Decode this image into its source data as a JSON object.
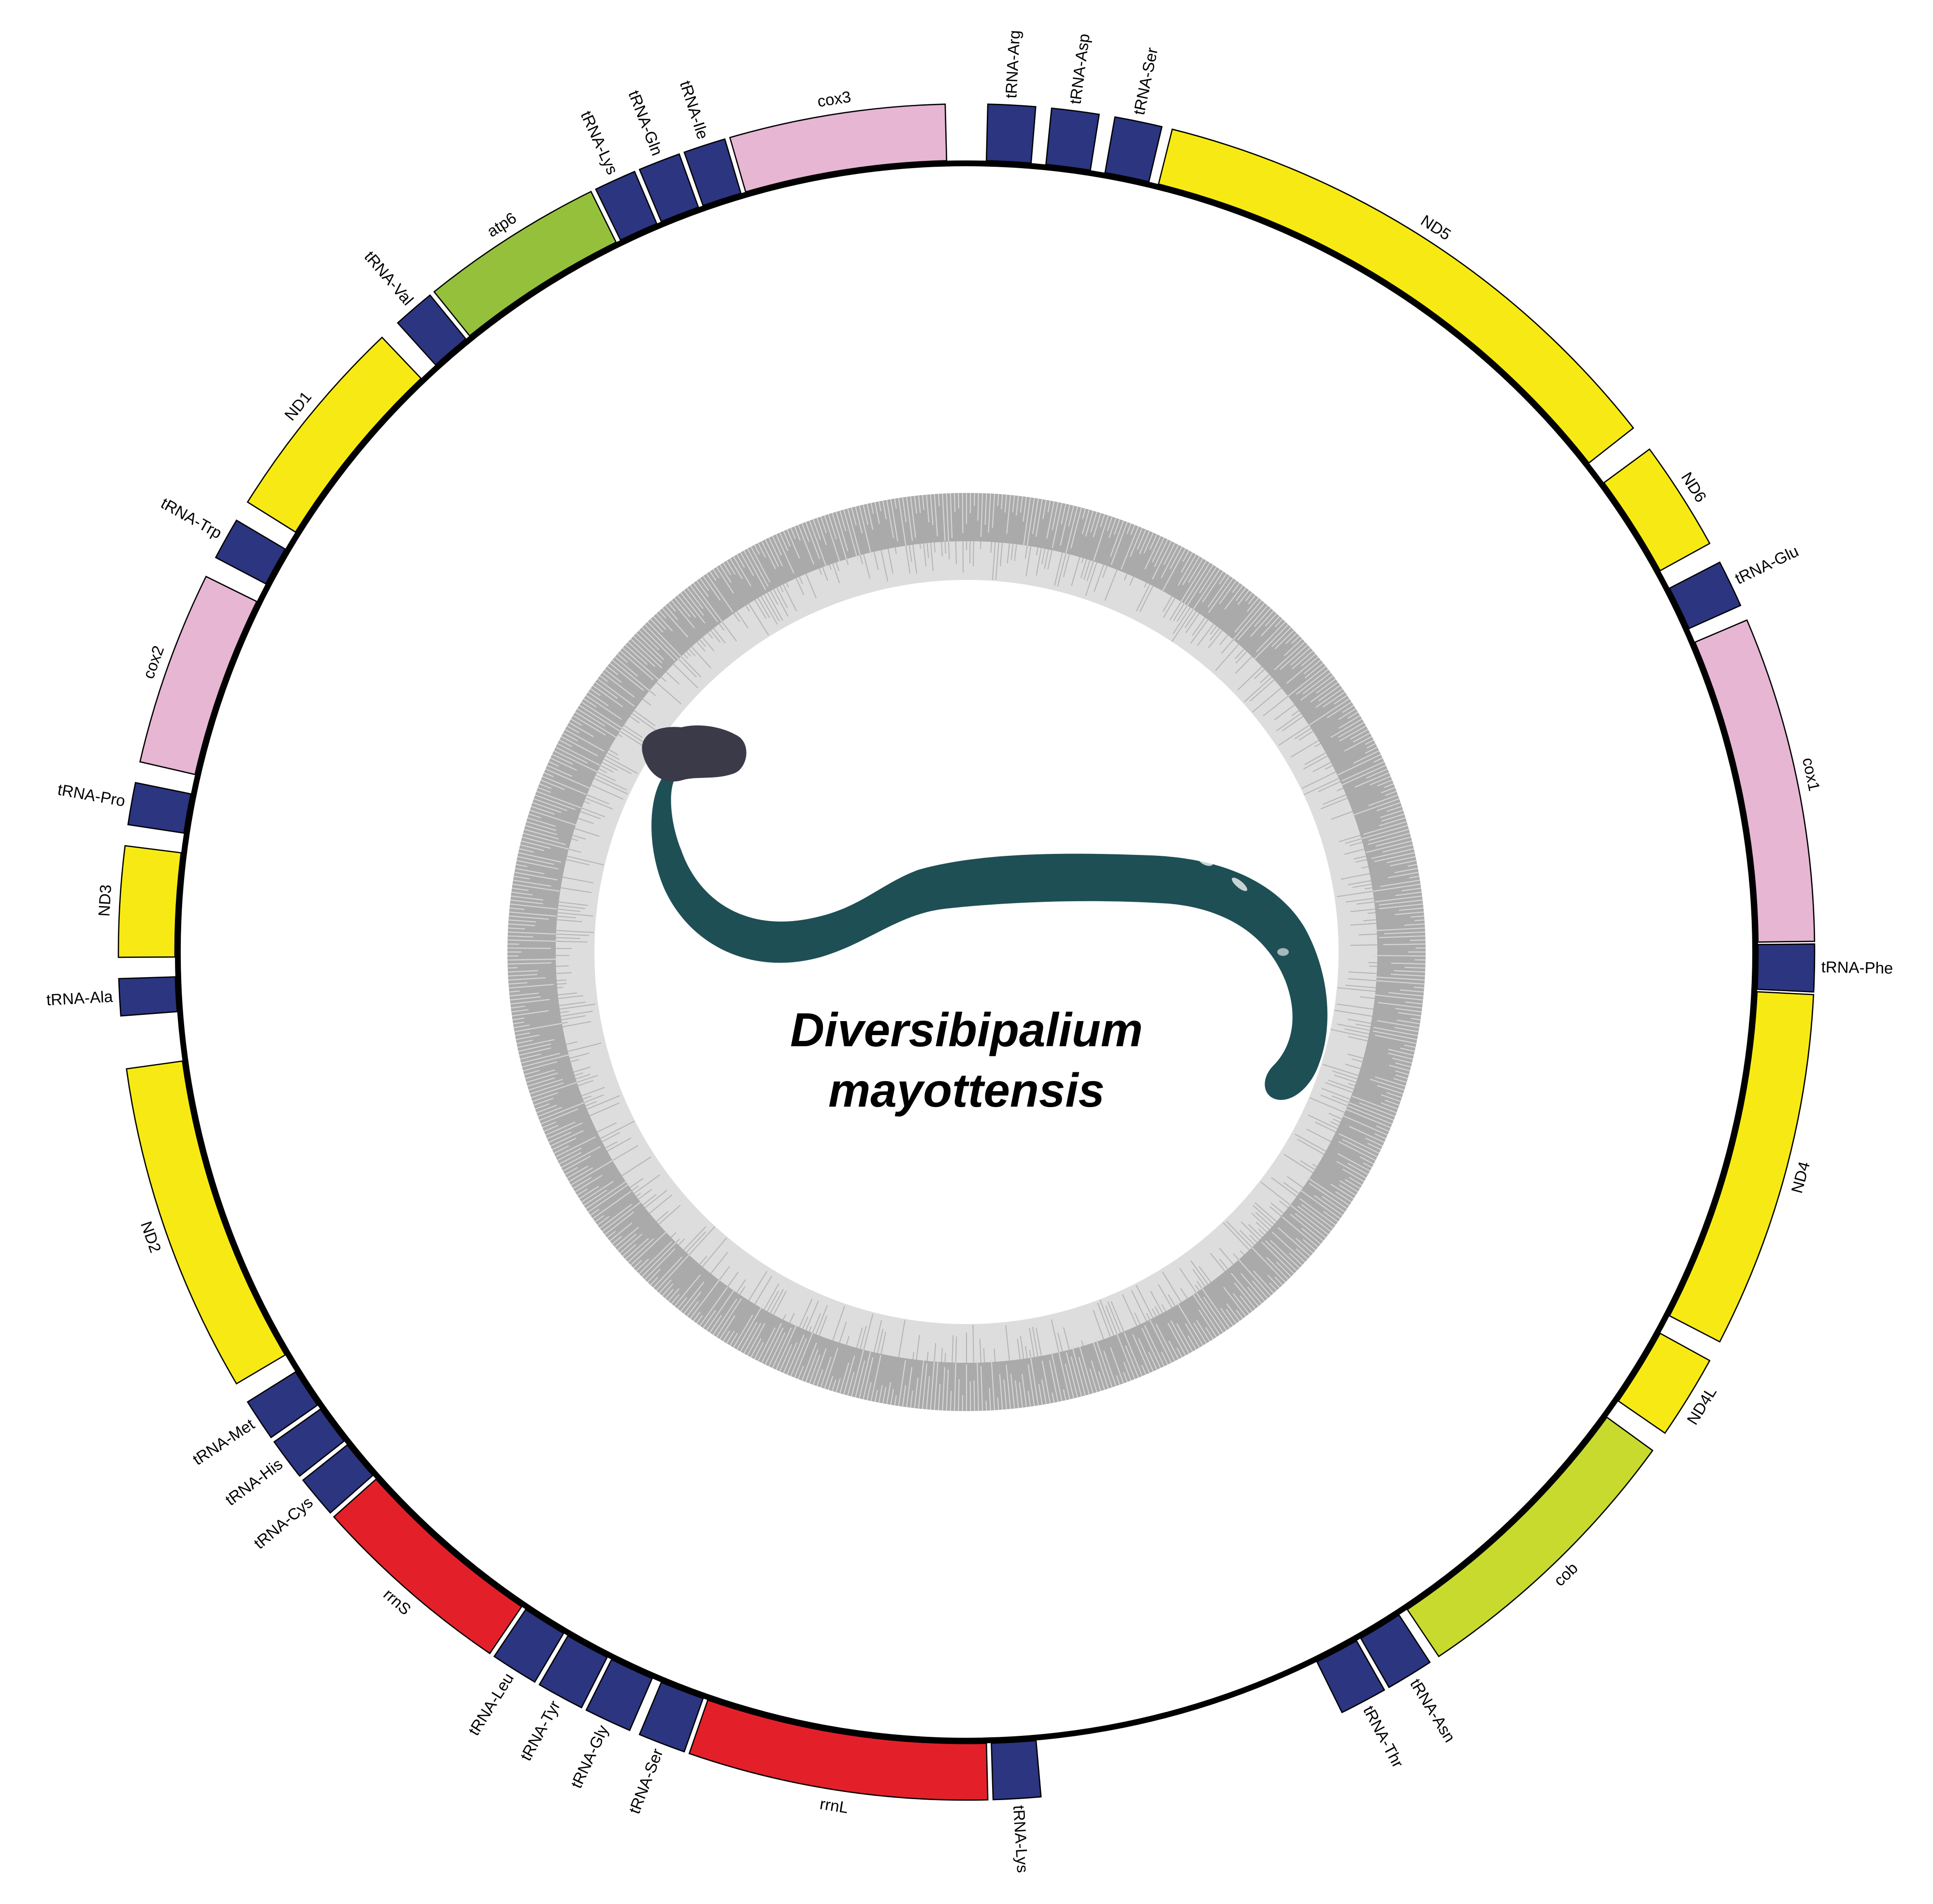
{
  "title": {
    "line1": "Diversibipalium",
    "line2": "mayottensis"
  },
  "colors": {
    "tRNA": "#2b3580",
    "protein_coding": "#f7ea14",
    "cox": "#e6b6d3",
    "atp6": "#95c03c",
    "cob": "#c8da2e",
    "rRNA": "#e3202a",
    "backbone": "#000000",
    "gc_outer": "#aaaaaa",
    "gc_inner": "#dddddd",
    "worm_body": "#1e4f55"
  },
  "genes": [
    {
      "name": "tRNA-Arg",
      "type": "tRNA",
      "strand": "outer",
      "from": 0.4,
      "to": 1.3
    },
    {
      "name": "tRNA-Asp",
      "type": "tRNA",
      "strand": "outer",
      "from": 1.6,
      "to": 2.5
    },
    {
      "name": "tRNA-Ser",
      "type": "tRNA",
      "strand": "outer",
      "from": 2.8,
      "to": 3.7
    },
    {
      "name": "ND5",
      "type": "protein_coding",
      "strand": "outer",
      "from": 3.9,
      "to": 14.4
    },
    {
      "name": "ND6",
      "type": "protein_coding",
      "strand": "outer",
      "from": 14.9,
      "to": 17.0
    },
    {
      "name": "tRNA-Glu",
      "type": "tRNA",
      "strand": "outer",
      "from": 17.4,
      "to": 18.3
    },
    {
      "name": "cox1",
      "type": "cox",
      "strand": "outer",
      "from": 18.6,
      "to": 24.8
    },
    {
      "name": "tRNA-Phe",
      "type": "tRNA",
      "strand": "outer",
      "from": 24.85,
      "to": 25.75
    },
    {
      "name": "ND4",
      "type": "protein_coding",
      "strand": "outer",
      "from": 25.8,
      "to": 32.6
    },
    {
      "name": "ND4L",
      "type": "protein_coding",
      "strand": "outer",
      "from": 33.0,
      "to": 34.6
    },
    {
      "name": "cob",
      "type": "cob",
      "strand": "outer",
      "from": 35.0,
      "to": 40.6
    },
    {
      "name": "tRNA-Asn",
      "type": "tRNA",
      "strand": "outer",
      "from": 40.8,
      "to": 41.7
    },
    {
      "name": "tRNA-Thr",
      "type": "tRNA",
      "strand": "outer",
      "from": 41.8,
      "to": 42.7
    },
    {
      "name": "tRNA-Lys",
      "type": "tRNA",
      "strand": "outer",
      "from": 48.6,
      "to": 49.5
    },
    {
      "name": "rrnL",
      "type": "rRNA",
      "strand": "outer",
      "from": 49.6,
      "to": 55.3
    },
    {
      "name": "tRNA-Ser",
      "type": "tRNA",
      "strand": "outer",
      "from": 55.4,
      "to": 56.3
    },
    {
      "name": "tRNA-Gly",
      "type": "tRNA",
      "strand": "outer",
      "from": 56.5,
      "to": 57.4
    },
    {
      "name": "tRNA-Tyr",
      "type": "tRNA",
      "strand": "outer",
      "from": 57.5,
      "to": 58.4
    },
    {
      "name": "tRNA-Leu",
      "type": "tRNA",
      "strand": "outer",
      "from": 58.5,
      "to": 59.4
    },
    {
      "name": "rrnS",
      "type": "rRNA",
      "strand": "outer",
      "from": 59.5,
      "to": 63.4
    },
    {
      "name": "tRNA-Cys",
      "type": "tRNA",
      "strand": "outer",
      "from": 63.5,
      "to": 64.3
    },
    {
      "name": "tRNA-His",
      "type": "tRNA",
      "strand": "outer",
      "from": 64.4,
      "to": 65.2
    },
    {
      "name": "tRNA-Met",
      "type": "tRNA",
      "strand": "outer",
      "from": 65.3,
      "to": 66.1
    },
    {
      "name": "ND2",
      "type": "protein_coding",
      "strand": "outer",
      "from": 66.5,
      "to": 72.8
    },
    {
      "name": "tRNA-Ala",
      "type": "tRNA",
      "strand": "outer",
      "from": 73.8,
      "to": 74.5
    },
    {
      "name": "ND3",
      "type": "protein_coding",
      "strand": "outer",
      "from": 74.9,
      "to": 77.0
    },
    {
      "name": "tRNA-Pro",
      "type": "tRNA",
      "strand": "outer",
      "from": 77.4,
      "to": 78.2
    },
    {
      "name": "cox2",
      "type": "cox",
      "strand": "outer",
      "from": 78.6,
      "to": 82.3
    },
    {
      "name": "tRNA-Trp",
      "type": "tRNA",
      "strand": "outer",
      "from": 82.7,
      "to": 83.5
    },
    {
      "name": "ND1",
      "type": "protein_coding",
      "strand": "outer",
      "from": 83.9,
      "to": 87.9
    },
    {
      "name": "tRNA-Val",
      "type": "tRNA",
      "strand": "outer",
      "from": 88.3,
      "to": 89.1
    },
    {
      "name": "atp6",
      "type": "atp6",
      "strand": "outer",
      "from": 89.2,
      "to": 92.7
    },
    {
      "name": "tRNA-Lys",
      "type": "tRNA",
      "strand": "outer",
      "from": 92.8,
      "to": 93.6
    },
    {
      "name": "tRNA-Gln",
      "type": "tRNA",
      "strand": "outer",
      "from": 93.7,
      "to": 94.5
    },
    {
      "name": "tRNA-Ile",
      "type": "tRNA",
      "strand": "outer",
      "from": 94.6,
      "to": 95.4
    },
    {
      "name": "cox3",
      "type": "cox",
      "strand": "outer",
      "from": 95.5,
      "to": 99.6
    }
  ]
}
